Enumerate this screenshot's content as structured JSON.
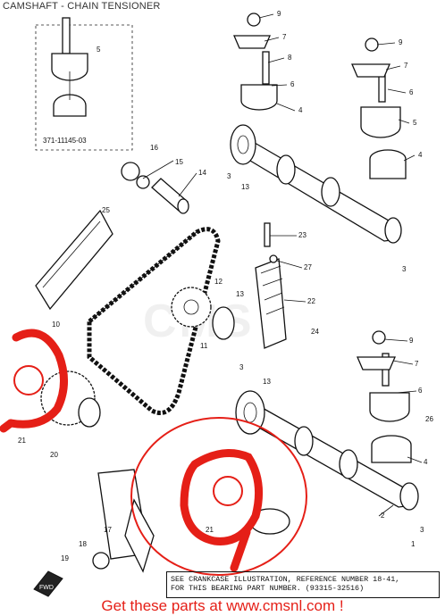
{
  "title": "CAMSHAFT - CHAIN TENSIONER",
  "inset_ref": "371-11145-03",
  "callouts": {
    "n1": "1",
    "n2": "2",
    "n3": "3",
    "n4": "4",
    "n5": "5",
    "n6": "6",
    "n7": "7",
    "n8": "8",
    "n9": "9",
    "n10": "10",
    "n11": "11",
    "n12": "12",
    "n13": "13",
    "n14": "14",
    "n15": "15",
    "n16": "16",
    "n17": "17",
    "n18": "18",
    "n19": "19",
    "n20": "20",
    "n21": "21",
    "n22": "22",
    "n23": "23",
    "n24": "24",
    "n25": "25",
    "n26": "26",
    "n27": "27"
  },
  "note_line1": "SEE CRANKCASE ILLUSTRATION, REFERENCE NUMBER 18-41,",
  "note_line2": "FOR THIS BEARING PART NUMBER. (93315-32516)",
  "fwd_label": "FWD",
  "watermark": "CMS",
  "banner": "Get these parts at www.cmsnl.com !",
  "colors": {
    "annotation": "#e51f17",
    "ink": "#111111"
  }
}
